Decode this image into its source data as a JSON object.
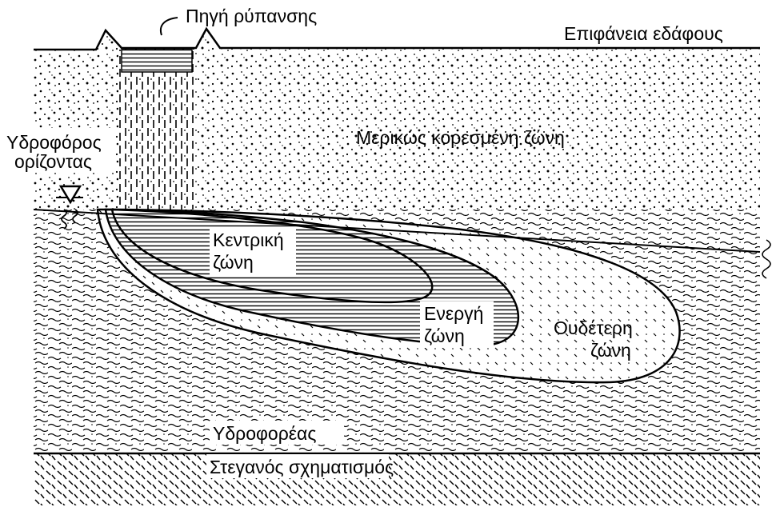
{
  "labels": {
    "pollution_source": "Πηγή ρύπανσης",
    "ground_surface": "Επιφάνεια εδάφους",
    "unsaturated_zone": "Μερικώς κορεσμένη ζώνη",
    "water_table_line1": "Υδροφόρος",
    "water_table_line2": "ορίζοντας",
    "central_zone_line1": "Κεντρική",
    "central_zone_line2": "ζώνη",
    "active_zone_line1": "Ενεργή",
    "active_zone_line2": "ζώνη",
    "neutral_zone_line1": "Ουδέτερη",
    "neutral_zone_line2": "ζώνη",
    "aquifer": "Υδροφορέας",
    "impermeable_layer": "Στεγανός σχηματισμός"
  },
  "colors": {
    "ink": "#000000",
    "paper": "#ffffff"
  },
  "icons": {
    "water_table_marker": "inverted-triangle-icon"
  }
}
